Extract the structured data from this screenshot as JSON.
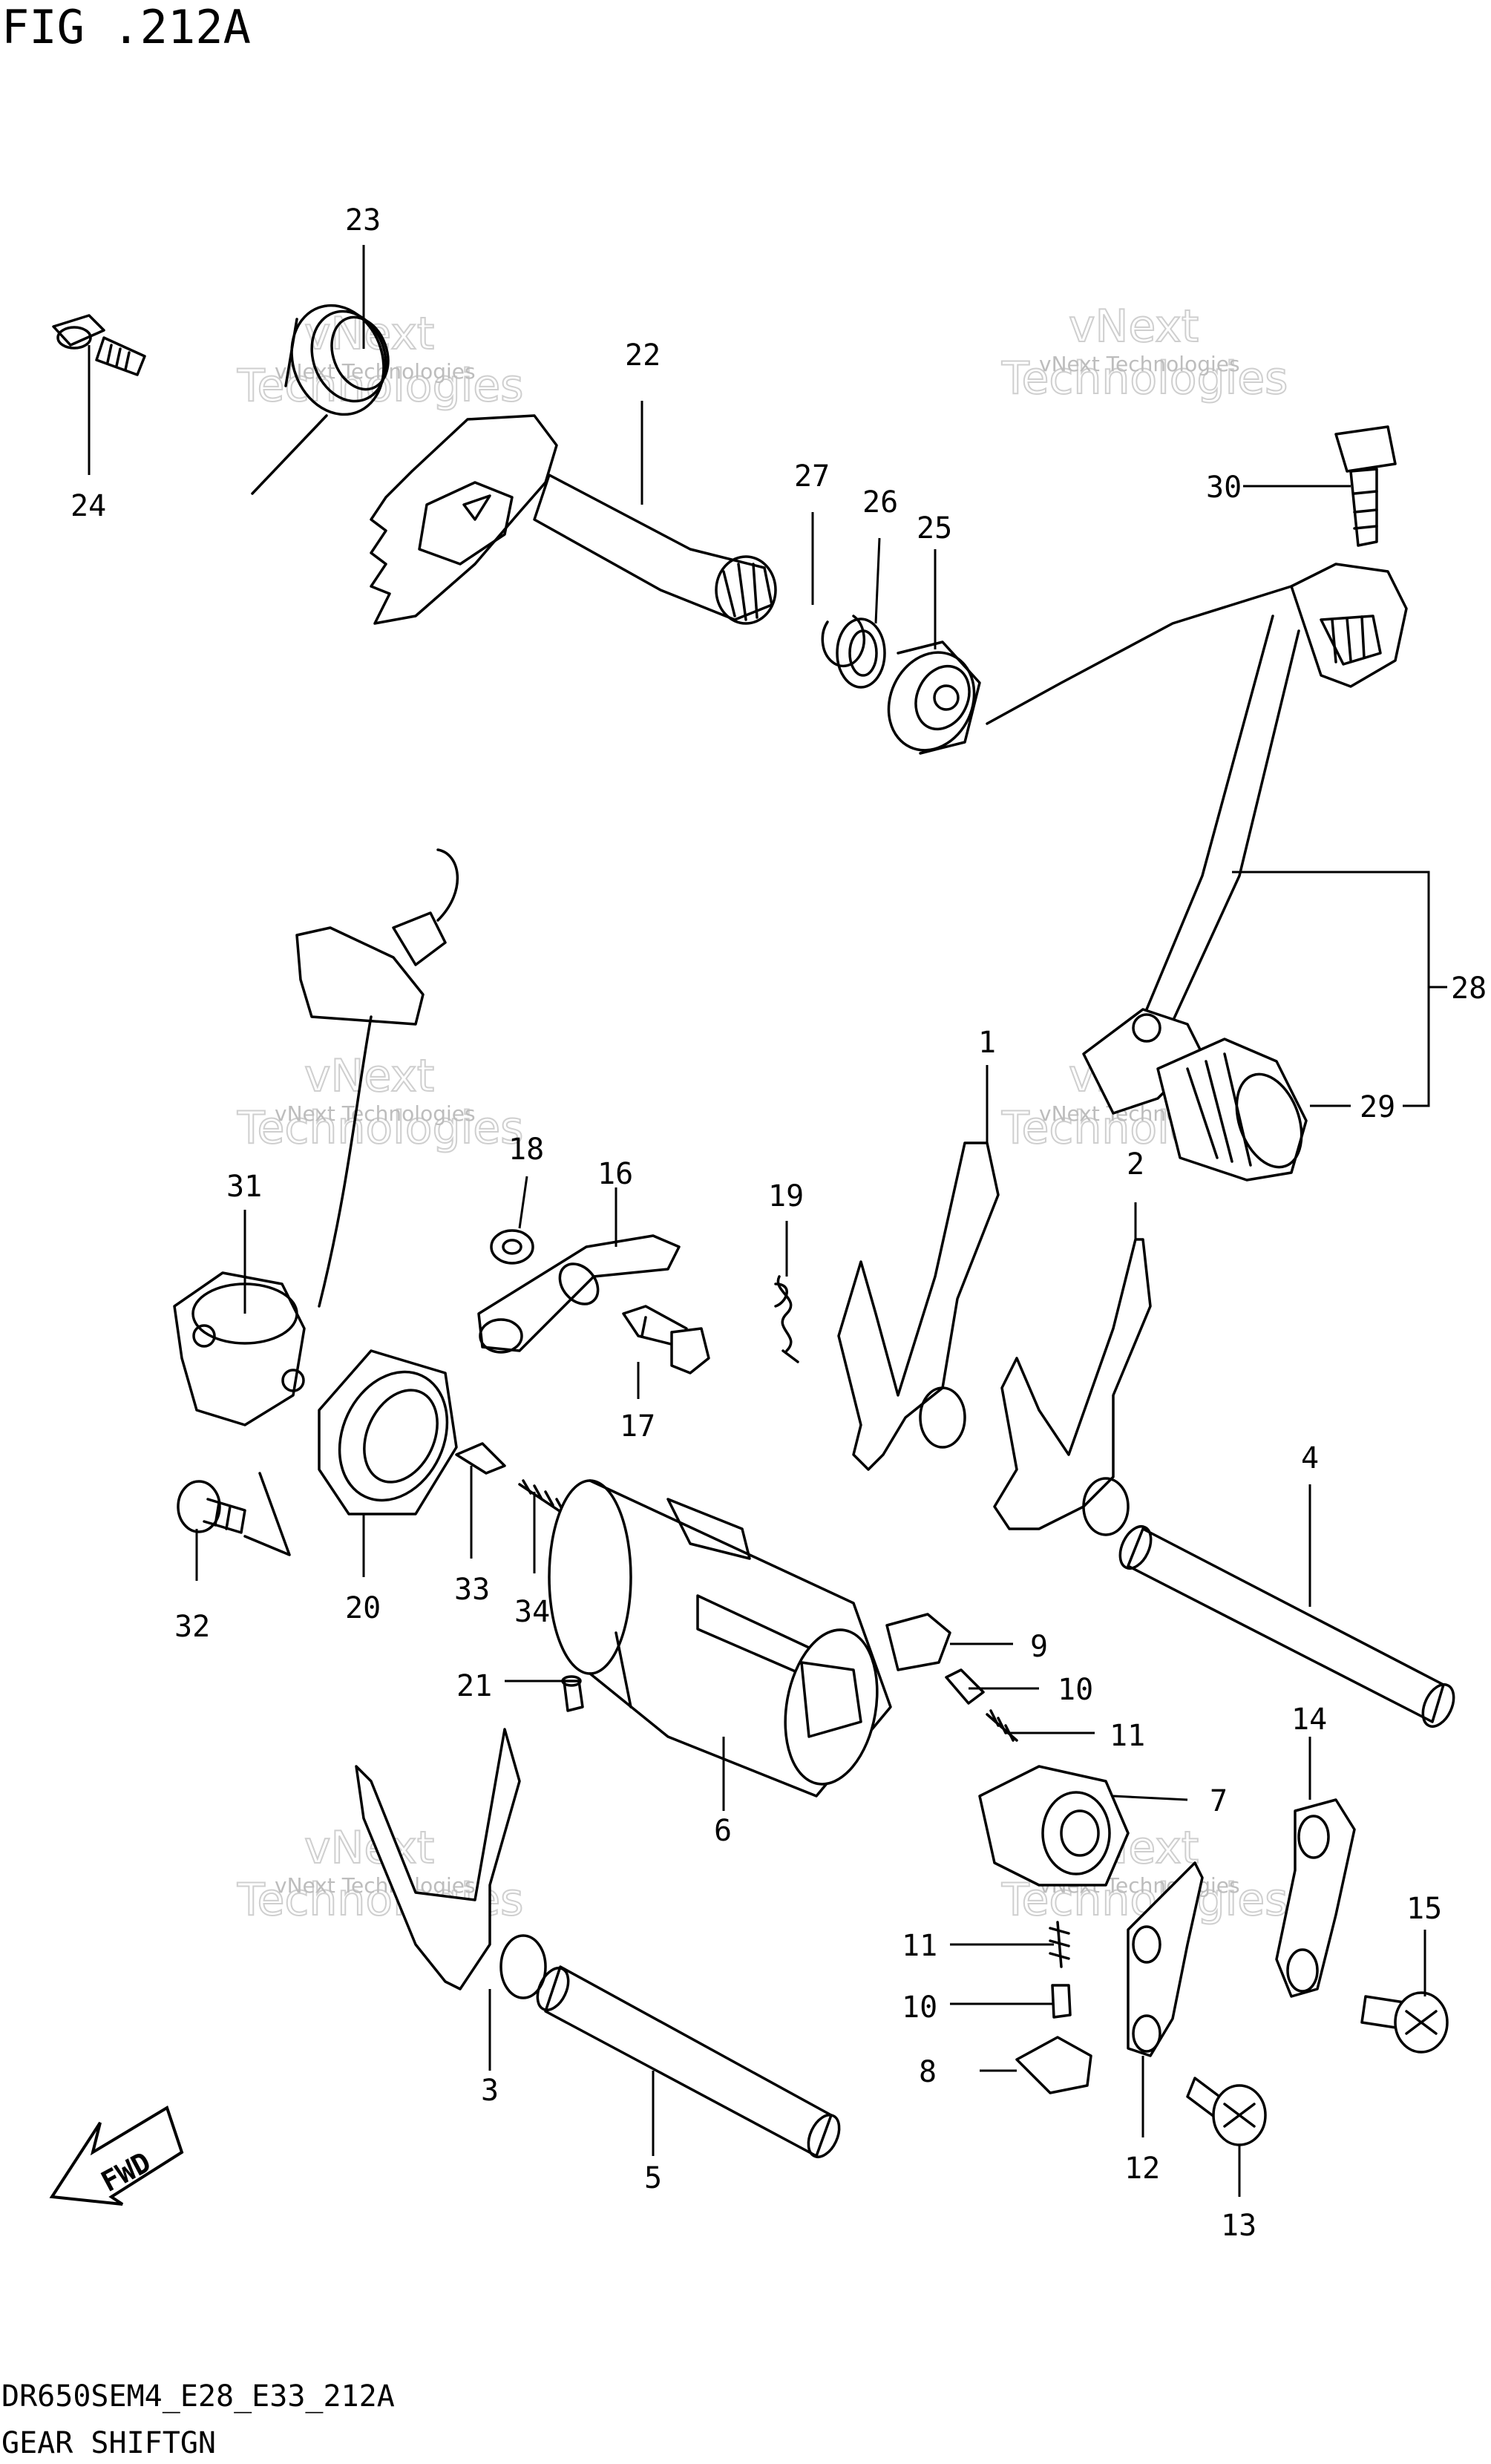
{
  "header": {
    "figure_title": "FIG .212A"
  },
  "footer": {
    "model_code": "DR650SEM4_E28_E33_212A",
    "section_name": "GEAR SHIFTGN"
  },
  "watermark": {
    "line1": "vNext Technologies",
    "line2": "vNext",
    "line3": "Technologies"
  },
  "fwd_arrow": {
    "label": "FWD"
  },
  "callouts": {
    "c1": "1",
    "c2": "2",
    "c3": "3",
    "c4": "4",
    "c5": "5",
    "c6": "6",
    "c7": "7",
    "c8": "8",
    "c9": "9",
    "c10a": "10",
    "c10b": "10",
    "c11a": "11",
    "c11b": "11",
    "c12": "12",
    "c13": "13",
    "c14": "14",
    "c15": "15",
    "c16": "16",
    "c17": "17",
    "c18": "18",
    "c19": "19",
    "c20": "20",
    "c21": "21",
    "c22": "22",
    "c23": "23",
    "c24": "24",
    "c25": "25",
    "c26": "26",
    "c27": "27",
    "c28": "28",
    "c29": "29",
    "c30": "30",
    "c31": "31",
    "c32": "32",
    "c33": "33",
    "c34": "34"
  }
}
